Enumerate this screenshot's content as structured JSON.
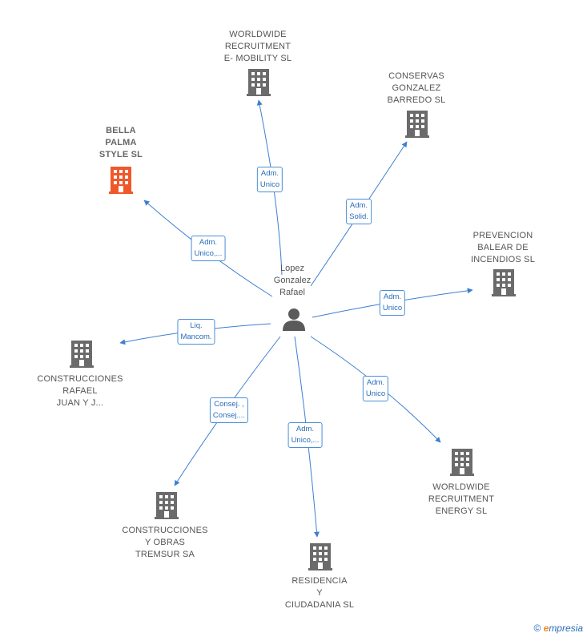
{
  "center": {
    "label": "Lopez\nGonzalez\nRafael"
  },
  "nodes": [
    {
      "id": "worldwide-emobility",
      "label": "WORLDWIDE\nRECRUITMENT\nE- MOBILITY  SL",
      "color": "#6b6b6b",
      "highlight": false,
      "role": "Adm.\nUnico"
    },
    {
      "id": "conservas",
      "label": "CONSERVAS\nGONZALEZ\nBARREDO  SL",
      "color": "#6b6b6b",
      "highlight": false,
      "role": "Adm.\nSolid."
    },
    {
      "id": "bella-palma",
      "label": "BELLA\nPALMA\nSTYLE  SL",
      "color": "#f0582a",
      "highlight": true,
      "role": "Adm.\nUnico,..."
    },
    {
      "id": "prevencion",
      "label": "PREVENCION\nBALEAR DE\nINCENDIOS SL",
      "color": "#6b6b6b",
      "highlight": false,
      "role": "Adm.\nUnico"
    },
    {
      "id": "construcciones-rafael",
      "label": "CONSTRUCCIONES\nRAFAEL\nJUAN Y J...",
      "color": "#6b6b6b",
      "highlight": false,
      "role": "Liq.\nMancom."
    },
    {
      "id": "worldwide-energy",
      "label": "WORLDWIDE\nRECRUITMENT\nENERGY  SL",
      "color": "#6b6b6b",
      "highlight": false,
      "role": "Adm.\nUnico"
    },
    {
      "id": "construcciones-tremsur",
      "label": "CONSTRUCCIONES\nY OBRAS\nTREMSUR SA",
      "color": "#6b6b6b",
      "highlight": false,
      "role": "Consej. ,\nConsej...."
    },
    {
      "id": "residencia",
      "label": "RESIDENCIA\nY\nCIUDADANIA  SL",
      "color": "#6b6b6b",
      "highlight": false,
      "role": "Adm.\nUnico,..."
    }
  ],
  "colors": {
    "edge": "#3d7fd0",
    "building": "#6b6b6b",
    "highlight": "#f0582a",
    "person": "#5a5a5a"
  },
  "footer": {
    "copyright": "©",
    "brand_first": "e",
    "brand_rest": "mpresia"
  }
}
